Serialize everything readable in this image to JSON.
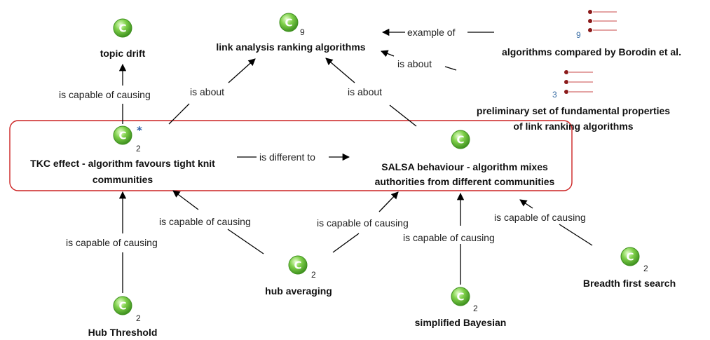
{
  "concepts": {
    "topic_drift": {
      "label": "topic drift"
    },
    "link_analysis": {
      "label": "link analysis ranking algorithms",
      "count": "9"
    },
    "borodin": {
      "label": "algorithms compared by Borodin et al.",
      "count": "9"
    },
    "preliminary": {
      "line1": "preliminary set of fundamental properties",
      "line2": "of  link ranking algorithms",
      "count": "3"
    },
    "tkc": {
      "line1": "TKC effect - algorithm favours tight knit",
      "line2": "communities",
      "count": "2",
      "marker": "*"
    },
    "salsa": {
      "line1": "SALSA behaviour - algorithm mixes",
      "line2": "authorities from different communities"
    },
    "hub_averaging": {
      "label": "hub averaging",
      "count": "2"
    },
    "hub_threshold": {
      "label": "Hub Threshold",
      "count": "2"
    },
    "simplified_bayesian": {
      "label": "simplified Bayesian",
      "count": "2"
    },
    "breadth_first": {
      "label": "Breadth first search",
      "count": "2"
    }
  },
  "links": {
    "example_of": "example of",
    "is_about_preliminary": "is about",
    "is_about_tkc": "is about",
    "is_about_salsa": "is about",
    "capable_tkc_topic": "is capable of causing",
    "is_different_to": "is different to",
    "capable_hub_threshold": "is capable of causing",
    "capable_hub_averaging_tkc": "is capable of causing",
    "capable_hub_averaging_salsa": "is capable of causing",
    "capable_bayesian": "is capable of causing",
    "capable_breadth_first": "is capable of causing"
  },
  "icon_letter": "C",
  "colors": {
    "icon_green": "#4caf2a",
    "icon_light": "#c6eea0",
    "selection_border": "#cc2222",
    "resource_dot": "#8b1a1a",
    "resource_line": "#c84a4a"
  }
}
